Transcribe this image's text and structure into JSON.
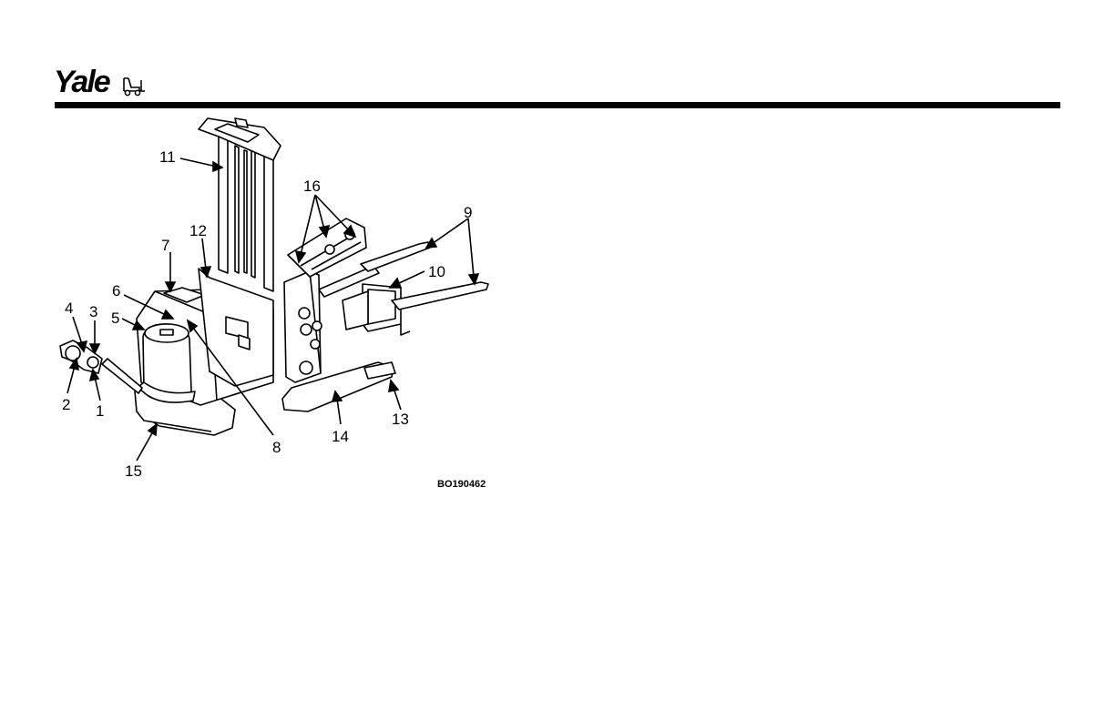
{
  "header": {
    "brand": "Yale"
  },
  "figure": {
    "id": "BO190462",
    "callouts": [
      "1",
      "2",
      "3",
      "4",
      "5",
      "6",
      "7",
      "8",
      "9",
      "10",
      "11",
      "12",
      "13",
      "14",
      "15",
      "16"
    ]
  }
}
